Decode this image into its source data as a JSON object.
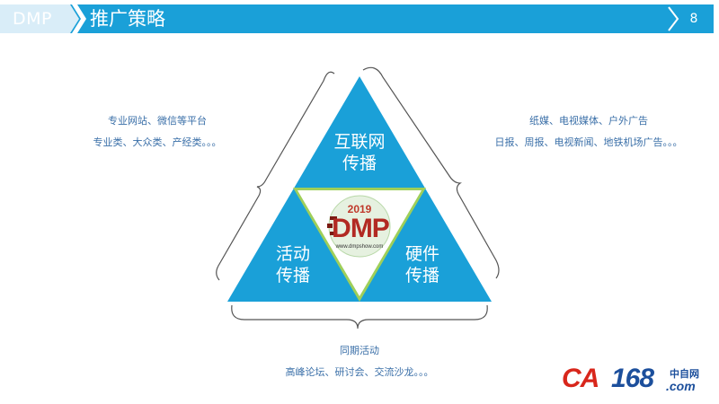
{
  "header": {
    "tag": "DMP",
    "title": "推广策略",
    "page_number": "8"
  },
  "triangle": {
    "top_label": [
      "互联网",
      "传播"
    ],
    "left_label": [
      "活动",
      "传播"
    ],
    "right_label": [
      "硬件",
      "传播"
    ]
  },
  "logo": {
    "year": "2019",
    "name": "DMP",
    "url": "www.dmpshow.com"
  },
  "left_note": {
    "line1": "专业网站、微信等平台",
    "line2": "专业类、大众类、产经类。。。"
  },
  "right_note": {
    "line1": "纸媒、电视媒体、户外广告",
    "line2": "日报、周报、电视新闻、地铁机场广告。。。"
  },
  "bottom_note": {
    "line1": "同期活动",
    "line2": "高峰论坛、研讨会、交流沙龙。。。"
  },
  "watermark": {
    "ca": "CA",
    "num": "168",
    "cn": "中自网",
    "com": ".com"
  },
  "colors": {
    "header_blue": "#1aa0d8",
    "triangle_blue": "#1aa0d8",
    "inner_border_green": "#9fcf5a",
    "text_blue": "#3a6fa8"
  }
}
